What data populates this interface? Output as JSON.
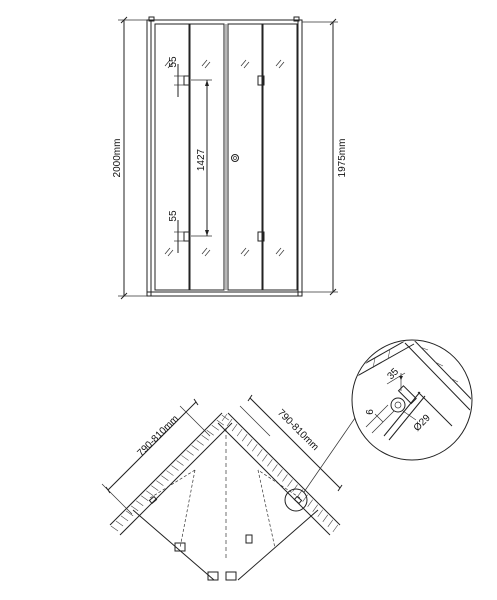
{
  "front_view": {
    "total_height_label": "2000mm",
    "door_height_label": "1975mm",
    "hinge_top_offset": "55",
    "hinge_bottom_offset": "55",
    "hinge_spacing": "1427"
  },
  "plan_view": {
    "left_width_label": "790-810mm",
    "right_width_label": "790-810mm"
  },
  "detail_view": {
    "dim_35": "35",
    "dim_6": "6",
    "diameter_label": "Ø29"
  }
}
